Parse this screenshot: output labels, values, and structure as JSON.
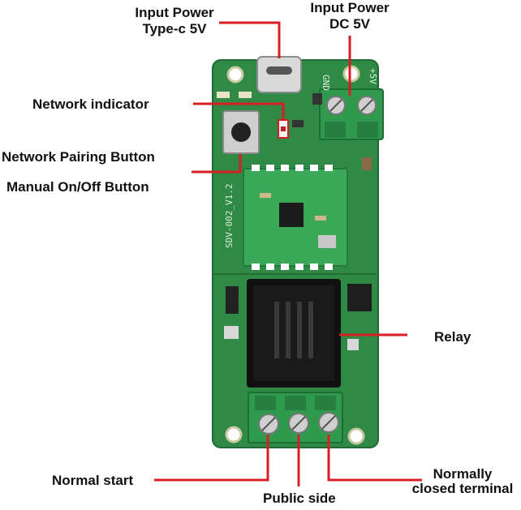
{
  "labels": {
    "input_power_typec": [
      "Input Power",
      "Type-c 5V"
    ],
    "input_power_dc": [
      "Input Power",
      "DC 5V"
    ],
    "network_indicator": "Network indicator",
    "network_pairing_button": "Network Pairing Button",
    "manual_on_off_button": "Manual On/Off Button",
    "relay": "Relay",
    "normal_start": "Normal start",
    "public_side": "Public side",
    "normally_closed_terminal": [
      "Normally",
      "closed terminal"
    ]
  },
  "board_silkscreen": {
    "model": "SDV-002_V1.2",
    "gnd": "GND",
    "plus5v": "+5V"
  },
  "colors": {
    "pcb": "#2f8a45",
    "pcb_edge": "#1f6b33",
    "terminal": "#2f9a4e",
    "leader_line": "#d81e25",
    "relay": "#111111"
  }
}
